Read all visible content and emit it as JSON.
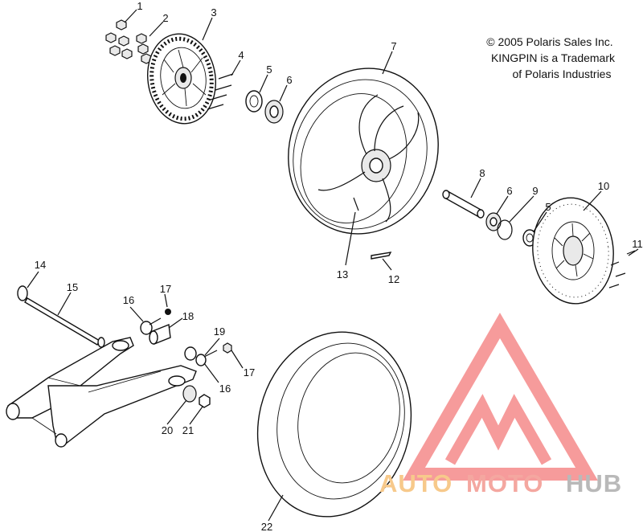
{
  "copyright": {
    "line1": "© 2005 Polaris Sales Inc.",
    "line2": "KINGPIN is a Trademark",
    "line3": "of Polaris Industries"
  },
  "callouts": [
    "1",
    "2",
    "3",
    "4",
    "5",
    "6",
    "7",
    "8",
    "6",
    "9",
    "10",
    "11",
    "5",
    "12",
    "13",
    "14",
    "15",
    "16",
    "17",
    "18",
    "19",
    "16",
    "17",
    "20",
    "21",
    "22"
  ],
  "watermark": {
    "part1": "AUTO",
    "part2": "MOTO",
    "part3": "HUB",
    "colors": {
      "auto": "#f7c98b",
      "moto": "#f4a7a0",
      "hub": "#b9b9b9",
      "logo": "#f58a8a"
    }
  }
}
